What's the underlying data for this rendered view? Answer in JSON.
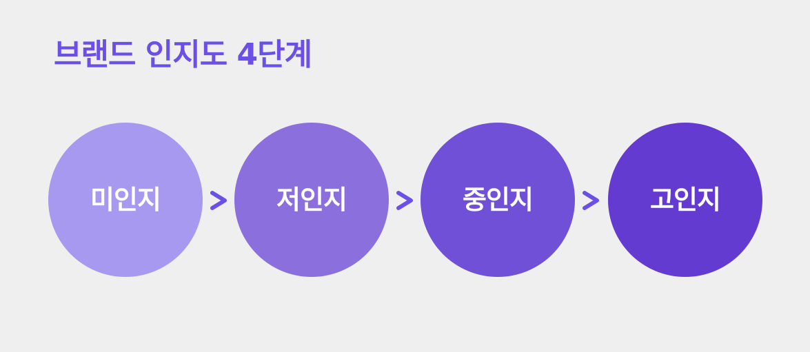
{
  "title": "브랜드 인지도 4단계",
  "stages": [
    {
      "label": "미인지",
      "color": "#a799f0"
    },
    {
      "label": "저인지",
      "color": "#8b70dd"
    },
    {
      "label": "중인지",
      "color": "#7050d6"
    },
    {
      "label": "고인지",
      "color": "#643bd1"
    }
  ],
  "arrow_icon": "chevron-right-icon",
  "colors": {
    "background": "#efefef",
    "title": "#6b50e8",
    "arrow": "#6b50e8",
    "label": "#ffffff"
  }
}
